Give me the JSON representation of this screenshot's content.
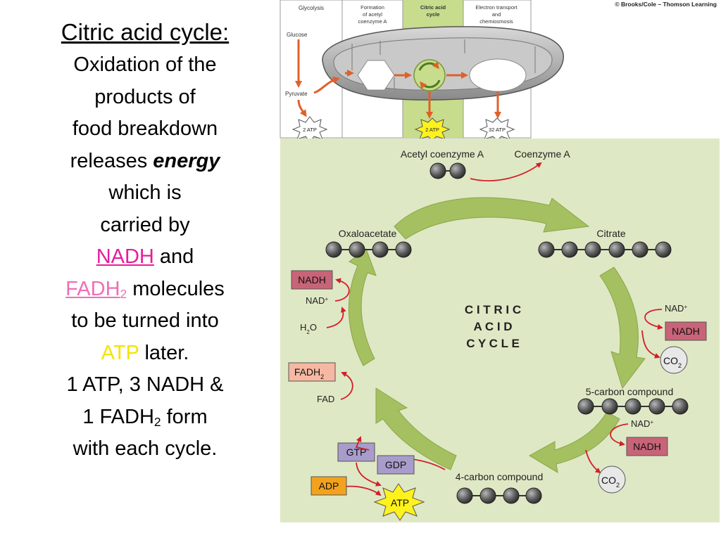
{
  "left_panel": {
    "title": "Citric acid cycle:",
    "line1": "Oxidation of the",
    "line2": "products of",
    "line3": "food breakdown",
    "line4_pre": "releases ",
    "line4_emph": "energy",
    "line5": "which is",
    "line6": "carried by",
    "line7_nadh": "NADH",
    "line7_post": " and",
    "line8_fadh": "FADH",
    "line8_sub": "2",
    "line8_post": " molecules",
    "line9": "to be turned into",
    "line10_atp": "ATP",
    "line10_post": " later.",
    "line11": "1 ATP, 3 NADH &",
    "line12_pre": "1 FADH",
    "line12_sub": "2",
    "line12_post": " form",
    "line13": "with each cycle."
  },
  "top_figure": {
    "copyright": "© Brooks/Cole – Thomson Learning",
    "col_glycolysis": "Glycolysis",
    "col_formation_1": "Formation",
    "col_formation_2": "of acetyl",
    "col_formation_3": "coenzyme A",
    "col_citric_1": "Citric acid",
    "col_citric_2": "cycle",
    "col_etc_1": "Electron transport",
    "col_etc_2": "and",
    "col_etc_3": "chemiosmosis",
    "glucose": "Glucose",
    "pyruvate": "Pyruvate",
    "atp_glycolysis": "2 ATP",
    "atp_citric": "2 ATP",
    "atp_etc": "32 ATP"
  },
  "cycle": {
    "acetyl_coa": "Acetyl coenzyme A",
    "coenzyme_a": "Coenzyme A",
    "citrate": "Citrate",
    "oxaloacetate": "Oxaloacetate",
    "center_1": "C I T R I C",
    "center_2": "A C I D",
    "center_3": "C Y C L E",
    "nad_plus_right1": "NAD",
    "nadh_right1": "NADH",
    "co2_right1": "CO",
    "co2_sub": "2",
    "five_carbon": "5-carbon compound",
    "nad_plus_right2": "NAD",
    "nadh_right2": "NADH",
    "co2_right2": "CO",
    "four_carbon": "4-carbon compound",
    "gtp": "GTP",
    "gdp": "GDP",
    "adp": "ADP",
    "atp": "ATP",
    "fad": "FAD",
    "fadh2": "FADH",
    "h2o_h": "H",
    "h2o_o": "O",
    "nad_plus_left": "NAD",
    "nadh_left": "NADH",
    "plus": "+"
  },
  "colors": {
    "cycle_bg": "#dfe8c4",
    "arrow_green": "#a4c060",
    "nadh_fill": "#c86478",
    "fadh_fill": "#f6b8a2",
    "gtp_fill": "#a89ccb",
    "adp_fill": "#f3a21e",
    "atp_burst": "#fff21c",
    "accent_red": "#d21e2a",
    "highlight_column": "#c7dc8c"
  }
}
